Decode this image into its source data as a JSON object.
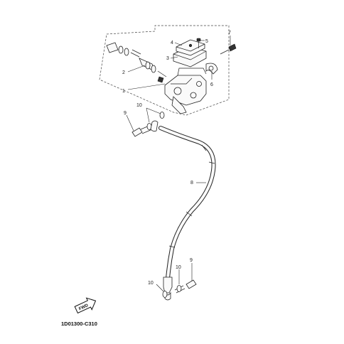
{
  "catalog_code": "1D01300-C310",
  "fwd_label": "FWD",
  "callouts": {
    "c1": "1",
    "c2": "2",
    "c3": "3",
    "c4": "4",
    "c5": "5",
    "c6": "6",
    "c7": "7",
    "c8": "8",
    "c9a": "9",
    "c9b": "9",
    "c10a": "10",
    "c10b": "10",
    "c10c": "10"
  },
  "colors": {
    "line": "#222222",
    "background": "#ffffff"
  }
}
